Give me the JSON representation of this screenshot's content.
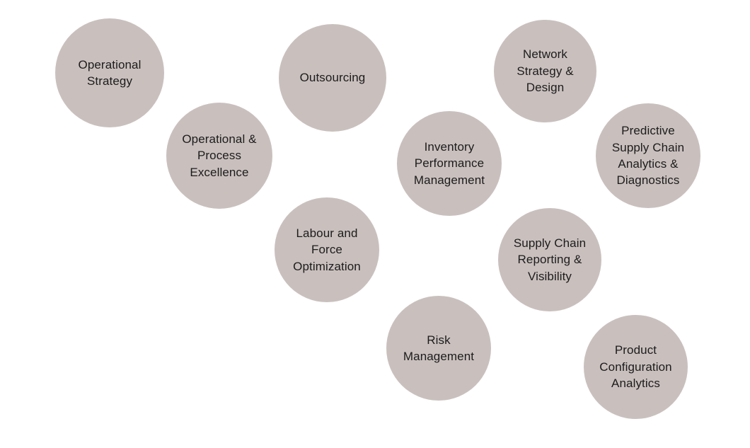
{
  "theme": {
    "background": "#ffffff",
    "bubble-fill": "#c9c0be",
    "label-color": "#1c1c1c"
  },
  "diagram": {
    "bubbles": [
      {
        "label": "Operational\nStrategy"
      },
      {
        "label": "Operational &\nProcess\nExcellence"
      },
      {
        "label": "Outsourcing"
      },
      {
        "label": "Inventory\nPerformance\nManagement"
      },
      {
        "label": "Network\nStrategy &\nDesign"
      },
      {
        "label": "Predictive\nSupply Chain\nAnalytics &\nDiagnostics"
      },
      {
        "label": "Labour and\nForce\nOptimization"
      },
      {
        "label": "Supply Chain\nReporting &\nVisibility"
      },
      {
        "label": "Risk\nManagement"
      },
      {
        "label": "Product\nConfiguration\nAnalytics"
      }
    ]
  }
}
